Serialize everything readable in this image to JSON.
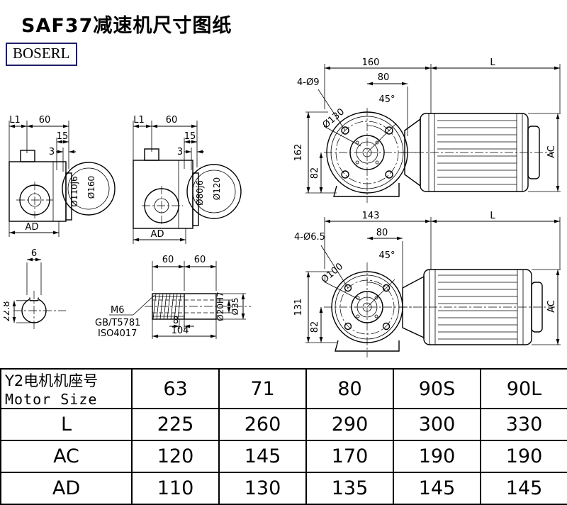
{
  "page": {
    "title": "SAF37减速机尺寸图纸",
    "logo": "BOSERL",
    "colors": {
      "line": "#000000",
      "background": "#ffffff",
      "logo_border": "#1f1f66"
    }
  },
  "views": {
    "side_view_1": {
      "l1": "L1",
      "d60": "60",
      "d15": "15",
      "d3": "3",
      "bore": "Ø110j6",
      "flange": "Ø160",
      "ad": "AD"
    },
    "side_view_2": {
      "l1": "L1",
      "d60": "60",
      "d15": "15",
      "d3": "3",
      "bore": "Ø80j6",
      "flange": "Ø120",
      "ad": "AD"
    },
    "front_view_1": {
      "width": "160",
      "l": "L",
      "holes": "4-Ø9",
      "d80": "80",
      "angle": "45°",
      "bolt_circle": "Ø130",
      "height": "162",
      "d82": "82",
      "ac": "AC"
    },
    "front_view_2": {
      "width": "143",
      "l": "L",
      "holes": "4-Ø6.5",
      "d80": "80",
      "angle": "45°",
      "bolt_circle": "Ø100",
      "height": "131",
      "d82": "82",
      "ac": "AC"
    },
    "shaft_section": {
      "key_width": "6",
      "height": "22.8"
    },
    "shaft_detail": {
      "d60a": "60",
      "d60b": "60",
      "thread": "M6",
      "std_gb": "GB/T5781",
      "std_iso": "ISO4017",
      "d8": "8",
      "d104": "104",
      "bore": "Ø20H7",
      "outer": "Ø35"
    }
  },
  "table": {
    "header": {
      "cn": "Y2电机机座号",
      "en": "Motor Size",
      "sizes": [
        "63",
        "71",
        "80",
        "90S",
        "90L"
      ]
    },
    "rows": [
      {
        "label": "L",
        "values": [
          "225",
          "260",
          "290",
          "300",
          "330"
        ]
      },
      {
        "label": "AC",
        "values": [
          "120",
          "145",
          "170",
          "190",
          "190"
        ]
      },
      {
        "label": "AD",
        "values": [
          "110",
          "130",
          "135",
          "145",
          "145"
        ]
      }
    ]
  }
}
